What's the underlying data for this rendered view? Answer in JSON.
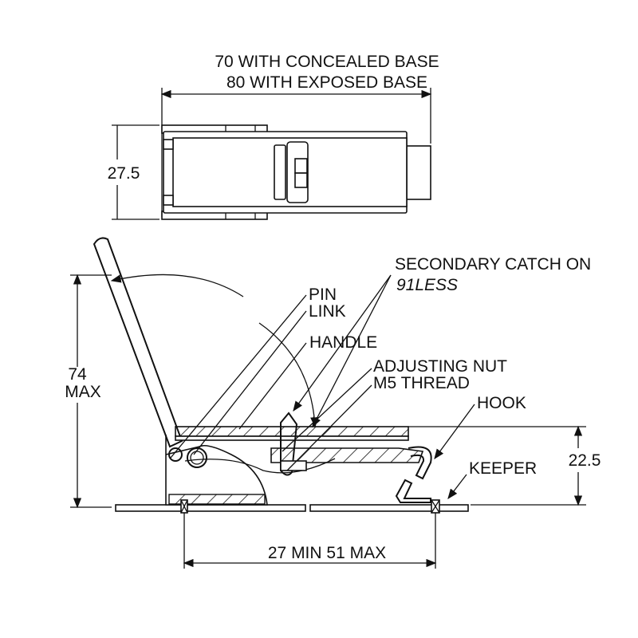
{
  "dimensions": {
    "overall_width_concealed": "70 WITH CONCEALED BASE",
    "overall_width_exposed": "80 WITH EXPOSED BASE",
    "width": "27.5",
    "height_value": "74",
    "height_qualifier": "MAX",
    "closed_height": "22.5",
    "span": "27 MIN  51 MAX"
  },
  "callouts": {
    "secondary_catch": "SECONDARY CATCH ON",
    "secondary_catch_model": "91LESS",
    "pin": "PIN",
    "link": "LINK",
    "handle": "HANDLE",
    "adjusting_nut": "ADJUSTING NUT",
    "thread": "M5 THREAD",
    "hook": "HOOK",
    "keeper": "KEEPER"
  }
}
